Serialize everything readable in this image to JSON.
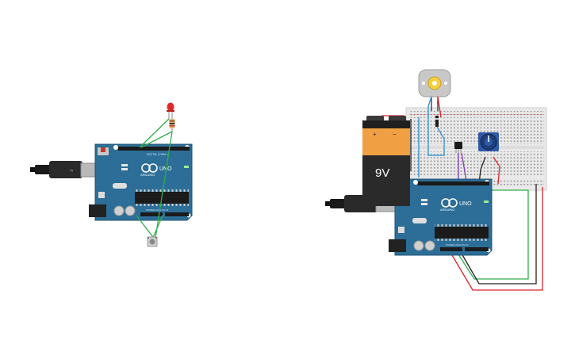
{
  "left_circuit": {
    "board": {
      "brand": "ARDUINO",
      "model": "UNO",
      "header_top": "DIGITAL (PWM~)",
      "header_bottom": "POWER   ANALOG IN"
    }
  },
  "right_circuit": {
    "board": {
      "brand": "ARDUINO",
      "model": "UNO",
      "header_top": "DIGITAL (PWM~)",
      "header_bottom": "POWER   ANALOG IN"
    },
    "battery": {
      "label": "9V",
      "plus": "+",
      "minus": "−"
    }
  },
  "colors": {
    "board_blue": "#2c6e97",
    "board_dark": "#1f5275",
    "wire_green": "#2fae4a",
    "wire_red": "#d8232a",
    "wire_black": "#222222",
    "wire_blue": "#2a8fd6",
    "wire_purple": "#7a3fb0",
    "battery_orange": "#f0a043",
    "battery_black": "#2a2a2a",
    "breadboard": "#e9e9e9"
  }
}
